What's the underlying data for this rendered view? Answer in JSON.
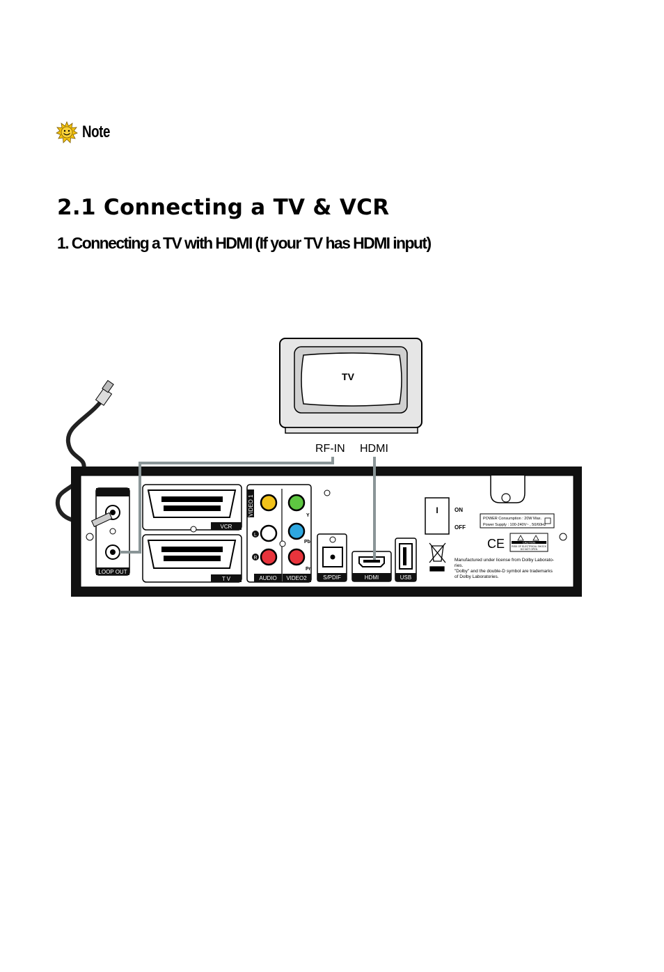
{
  "note": {
    "label": "Note"
  },
  "section": {
    "title": "2.1 Connecting a TV & VCR"
  },
  "subsection": {
    "title": "1. Connecting a TV with HDMI (If your TV has HDMI input)"
  },
  "diagram": {
    "tv_label": "TV",
    "rf_in_label": "RF-IN",
    "hdmi_label": "HDMI",
    "ports": {
      "vcr": "VCR",
      "tv": "T V",
      "loop_out": "LOOP OUT",
      "video1": "VIDEO 1",
      "audio": "AUDIO",
      "video2": "VIDEO2",
      "y": "Y",
      "pb": "Pb",
      "pr": "Pr",
      "l": "L",
      "r": "R",
      "spdif": "S/PDIF",
      "hdmi": "HDMI",
      "usb": "USB"
    },
    "switch": {
      "on": "ON",
      "off": "OFF",
      "mark": "I"
    },
    "power_line1": "POWER Consumption : 20W Max.",
    "power_line2": "Power Supply : 100-240V~ , 50/60Hz",
    "ce": "CE",
    "caution": "CAUTION",
    "caution_sub1": "RISK OF ELECTRICAL SHOCK",
    "caution_sub2": "DO NOT OPEN",
    "license_line1": "Manufactured under license from Dolby Laborato-",
    "license_line2": "ries.",
    "license_line3": "\"Dolby\" and the double-D symbol are trademarks",
    "license_line4": "of Dolby Laboratories.",
    "colors": {
      "yellow": "#f2c21b",
      "green": "#5ec641",
      "blue": "#2ea7e0",
      "red": "#e8343c",
      "cable": "#8a9597"
    }
  }
}
